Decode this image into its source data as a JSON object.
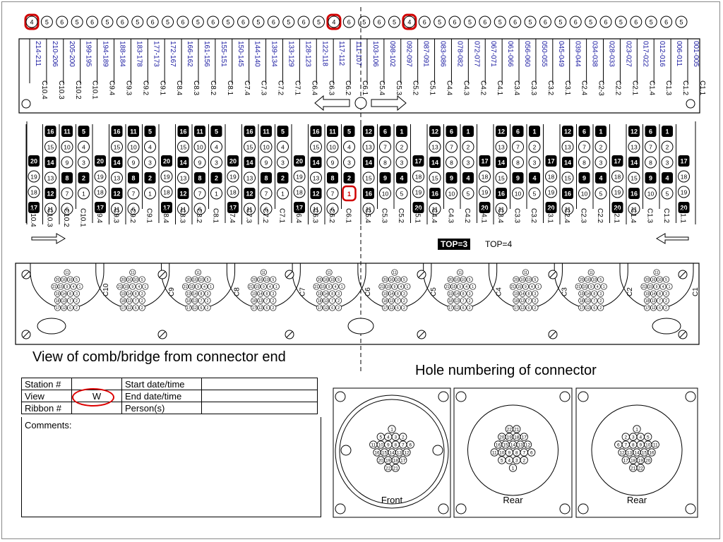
{
  "top_row": [
    "4",
    "5",
    "6",
    "5",
    "6",
    "5",
    "6",
    "5",
    "6",
    "5",
    "6",
    "5",
    "6",
    "5",
    "6",
    "5",
    "6",
    "5",
    "6",
    "5",
    "4",
    "6",
    "5",
    "6",
    "5",
    "4",
    "6",
    "5",
    "6",
    "5",
    "6",
    "5",
    "6",
    "5",
    "6",
    "5",
    "6",
    "5",
    "6",
    "5",
    "6",
    "5",
    "6",
    "5"
  ],
  "top_row_highlight": [
    0,
    20,
    25
  ],
  "ranges": [
    "214-211",
    "210-206",
    "205-200",
    "199-195",
    "194-189",
    "188-184",
    "183-178",
    "177-173",
    "172-167",
    "166-162",
    "161-156",
    "155-151",
    "150-145",
    "144-140",
    "139-134",
    "133-129",
    "128-123",
    "122-118",
    "117-112",
    "111-107",
    "103-106",
    "098-102",
    "092-097",
    "087-091",
    "083-086",
    "078-082",
    "072-077",
    "067-071",
    "061-066",
    "056-060",
    "050-055",
    "045-049",
    "039-044",
    "034-038",
    "028-033",
    "023-027",
    "017-022",
    "012-016",
    "006-011",
    "001-005"
  ],
  "top_labels": [
    "C10.4",
    "C10.3",
    "C10.2",
    "C10.1",
    "C9.4",
    "C9.3",
    "C9.2",
    "C9.1",
    "C8.4",
    "C8.3",
    "C8.2",
    "C8.1",
    "C7.4",
    "C7.3",
    "C7.2",
    "C7.1",
    "C6.4",
    "C6.3",
    "C6.2",
    "C6.1",
    "C5.4",
    "C5.3",
    "C5.2",
    "C5.1",
    "C4.4",
    "C4.3",
    "C4.2",
    "C4.1",
    "C3.4",
    "C3.3",
    "C3.2",
    "C3.1",
    "C2.4",
    "C2-3",
    "C2.2",
    "C2.1",
    "C1.4",
    "C1.3",
    "C1.2",
    "C1.1"
  ],
  "mid_labels_left": [
    "C10.4",
    "C10.3",
    "C10.2",
    "C10.1",
    "C9.4",
    "C9.3",
    "C9.2",
    "C9.1",
    "C8.4",
    "C8.3",
    "C8.2",
    "C8.1",
    "C7.4",
    "C7.3",
    "C7.2",
    "C7.1",
    "C6.4",
    "C6.3",
    "C6.2",
    "C6.1"
  ],
  "mid_labels_right": [
    "C5.4",
    "C5.3",
    "C5.2",
    "C5.1",
    "C4.4",
    "C4.3",
    "C4.2",
    "C4.1",
    "C3.4",
    "C3.3",
    "C3.2",
    "C3.1",
    "C2.4",
    "C2.3",
    "C2.2",
    "C2.1",
    "C1.4",
    "C1.3",
    "C1.2",
    "C1.1"
  ],
  "mid_group_left": {
    "col1": [
      "20",
      "19",
      "18",
      "17"
    ],
    "col2": [
      "16",
      "15",
      "14",
      "13",
      "12",
      "11"
    ],
    "col3": [
      "11",
      "10",
      "9",
      "8",
      "7",
      "6"
    ],
    "col4": [
      "5",
      "4",
      "3",
      "2",
      "1"
    ]
  },
  "mid_group_right": {
    "col1": [
      "12",
      "13",
      "14",
      "15",
      "16",
      "11"
    ],
    "col2": [
      "6",
      "7",
      "8",
      "9",
      "10"
    ],
    "col3": [
      "1",
      "2",
      "3",
      "4",
      "5"
    ],
    "col4": [
      "17",
      "18",
      "19",
      "20"
    ]
  },
  "mid_red_value": "1",
  "top3_label": "TOP=3",
  "top4_label": "TOP=4",
  "connector_labels": [
    "C10",
    "C9",
    "C8",
    "C7",
    "C6",
    "C5",
    "C4",
    "C3",
    "C2",
    "C1"
  ],
  "conn_center_label": "C6",
  "connector_rows": [
    [
      "11"
    ],
    [
      "20",
      "16",
      "10",
      "5"
    ],
    [
      "21",
      "15",
      "9",
      "4",
      "1"
    ],
    [
      "19",
      "14",
      "8",
      "3"
    ],
    [
      "18",
      "13",
      "7",
      "2"
    ],
    [
      "17",
      "12",
      "6",
      "2"
    ]
  ],
  "title_left": "View of comb/bridge from connector end",
  "title_right": "Hole numbering of connector",
  "form": {
    "station_label": "Station #",
    "station_value": "",
    "view_label": "View",
    "view_value": "W",
    "ribbon_label": "Ribbon #",
    "ribbon_value": "",
    "start_label": "Start date/time",
    "start_value": "",
    "end_label": "End date/time",
    "end_value": "",
    "person_label": "Person(s)",
    "person_value": "",
    "comments_label": "Comments:"
  },
  "panels": [
    {
      "label": "Front",
      "rows": [
        [
          "1"
        ],
        [
          "5",
          "4",
          "3",
          "2"
        ],
        [
          "11",
          "10",
          "9",
          "8",
          "7",
          "6"
        ],
        [
          "16",
          "15",
          "14",
          "13",
          "12"
        ],
        [
          "20",
          "19",
          "18",
          "17"
        ],
        [
          "22",
          "21"
        ]
      ]
    },
    {
      "label": "Rear",
      "rows": [
        [
          "22",
          "21"
        ],
        [
          "20",
          "19",
          "18",
          "17"
        ],
        [
          "16",
          "15",
          "14",
          "13",
          "12"
        ],
        [
          "11",
          "10",
          "9",
          "8",
          "7",
          "6"
        ],
        [
          "5",
          "4",
          "3",
          "2"
        ],
        [
          "1"
        ]
      ]
    },
    {
      "label": "Rear",
      "rows": [
        [
          "1"
        ],
        [
          "2",
          "3",
          "4",
          "5"
        ],
        [
          "6",
          "7",
          "8",
          "9",
          "10",
          "11"
        ],
        [
          "12",
          "13",
          "14",
          "15",
          "16"
        ],
        [
          "17",
          "18",
          "19",
          "20"
        ],
        [
          "21",
          "22"
        ]
      ]
    }
  ],
  "colors": {
    "highlight": "#d00000",
    "line": "#000000",
    "range_text": "#1a1aa0"
  }
}
